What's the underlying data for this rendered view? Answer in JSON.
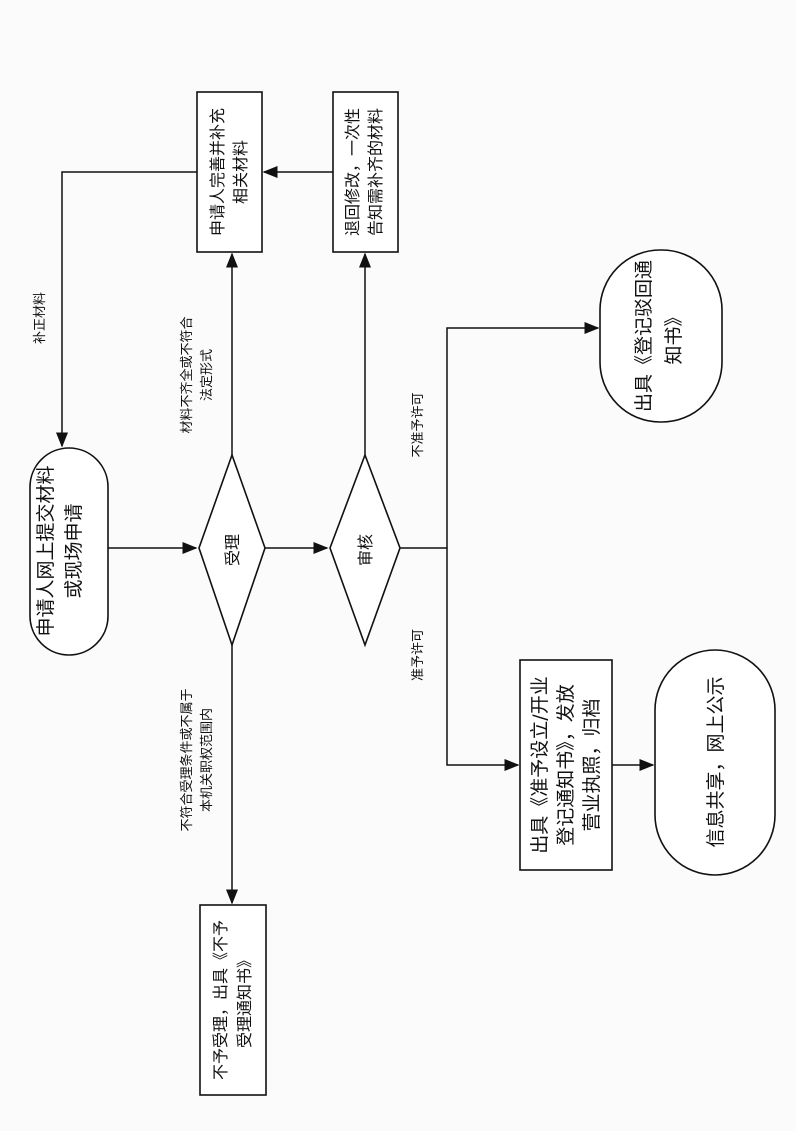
{
  "nodes": {
    "start": [
      "申请人网上提交材料",
      "或现场申请"
    ],
    "accept": "受理",
    "review": "审核",
    "supplement": [
      "申请人完善并补充",
      "相关材料"
    ],
    "return": [
      "退回修改，一次性",
      "告知需补齐的材料"
    ],
    "reject_accept": [
      "不予受理，出具《不予",
      "受理通知书》"
    ],
    "reject_notice": [
      "出具《登记驳回通",
      "知书》"
    ],
    "approve": [
      "出具《准予设立/开业",
      "登记通知书》，发放",
      "营业执照，归档"
    ],
    "publish": "信息共享，网上公示"
  },
  "edges": {
    "supplement_materials": "补正材料",
    "incomplete": [
      "材料不齐全或不符合",
      "法定形式"
    ],
    "not_eligible": [
      "不符合受理条件或不属于",
      "本机关职权范围内"
    ],
    "not_approved": "不准予许可",
    "approved": "准予许可"
  }
}
